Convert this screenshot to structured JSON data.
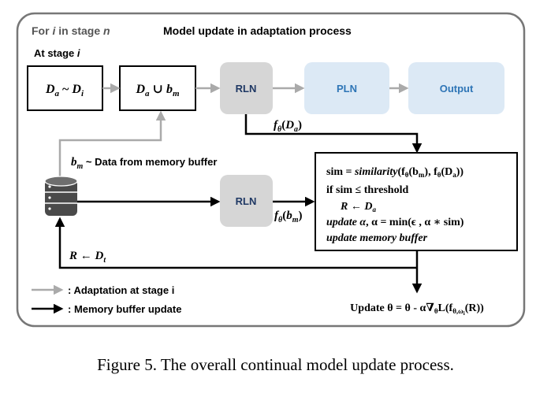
{
  "figure": {
    "header_left_prefix": "For ",
    "header_left_var_i": "i",
    "header_left_mid": " in stage ",
    "header_left_var_n": "n",
    "title": "Model update in adaptation process",
    "stage_label_prefix": "At stage ",
    "stage_label_var": "i",
    "caption": "Figure 5. The overall continual model update process."
  },
  "top_row": {
    "box1": {
      "D": "D",
      "sub_a": "a",
      "tilde": " ~ ",
      "D2": "D",
      "sub_i": "i"
    },
    "box2": {
      "D": "D",
      "sub_a": "a",
      "union": " ∪ ",
      "b": "b",
      "sub_m": "m"
    },
    "rln": "RLN",
    "pln": "PLN",
    "output": "Output"
  },
  "labels": {
    "f_da": {
      "f": "f",
      "theta": "θ",
      "arg_open": "(",
      "D": "D",
      "sub_a": "a",
      "arg_close": ")"
    },
    "memory": {
      "b": "b",
      "sub_m": "m",
      "text": " ~ Data from memory buffer"
    },
    "rln2": "RLN",
    "f_bm": {
      "f": "f",
      "theta": "θ",
      "arg_open": "(",
      "b": "b",
      "sub_m": "m",
      "arg_close": ")"
    },
    "r_dt": {
      "R": "R ← ",
      "D": "D",
      "sub_t": "t"
    }
  },
  "process_box": {
    "line1": {
      "prefix": "sim = ",
      "fn": "similarity",
      "rest": "(f",
      "th1": "θ",
      "mid": "(b",
      "sm": "m",
      "mid2": "), f",
      "th2": "θ",
      "mid3": "(D",
      "sa": "a",
      "end": "))"
    },
    "line2": "if sim ≤ threshold",
    "line3": {
      "R": "R ← D",
      "sub_a": "a"
    },
    "line4": {
      "prefix": "update α",
      "rest": ", α = min(ϵ , α ∗ sim)"
    },
    "line5": "update memory buffer"
  },
  "update_eq": {
    "prefix": "Update θ = θ - α∇",
    "sub_theta": "θ",
    "mid": "L(f",
    "sub_theta_omega": "θ,ω",
    "sub_i": "i",
    "end": "(R))"
  },
  "legend": {
    "gray_label": ": Adaptation at stage i",
    "black_label": ": Memory buffer update"
  },
  "colors": {
    "panel_border": "#777777",
    "gray_arrow": "#aaaaaa",
    "rln_fill": "#d6d6d6",
    "rln_text": "#1f3864",
    "blue_fill": "#dce9f5",
    "blue_text": "#2e75b6",
    "black": "#000000"
  }
}
